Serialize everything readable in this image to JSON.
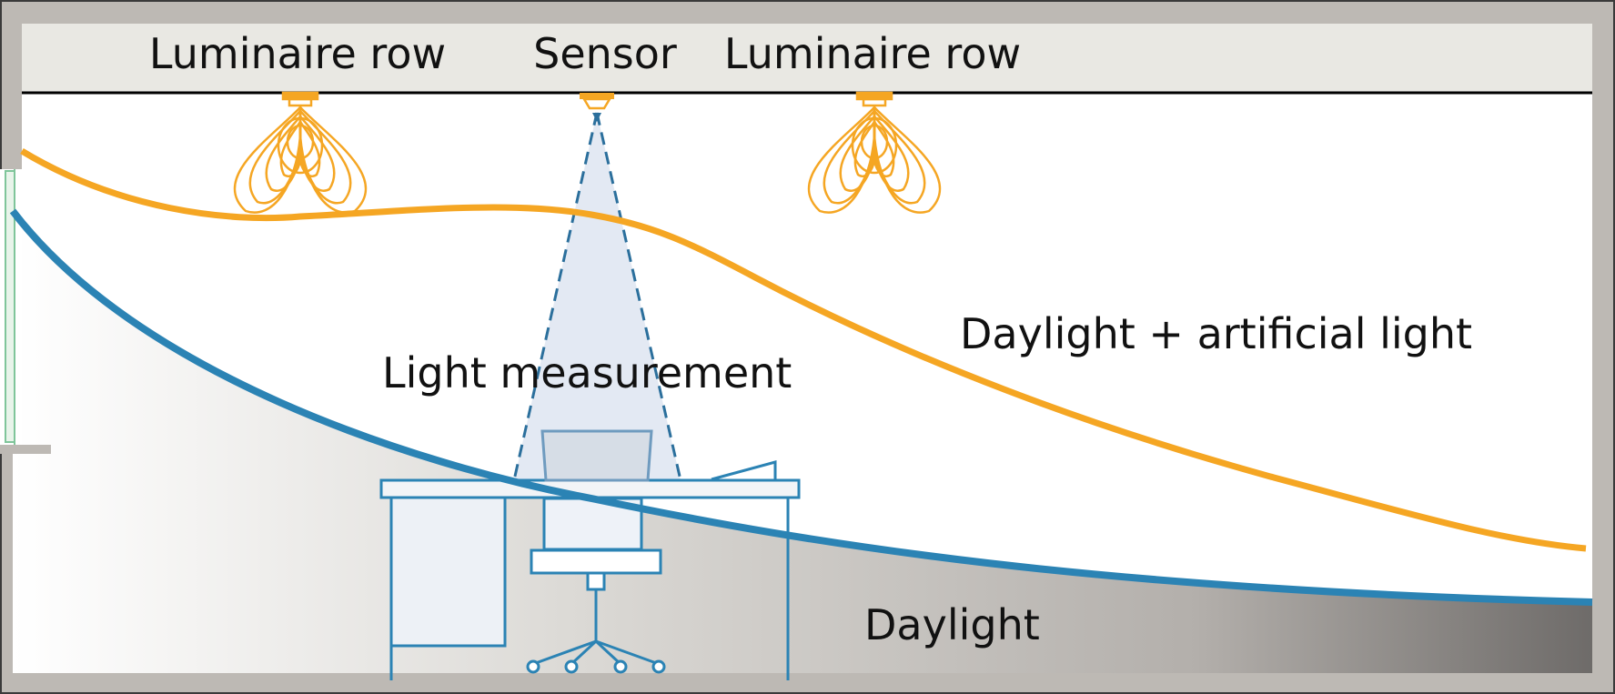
{
  "labels": {
    "luminaire_left": "Luminaire row",
    "sensor": "Sensor",
    "luminaire_right": "Luminaire row",
    "combined_curve": "Daylight + artificial light",
    "measurement": "Light measurement",
    "daylight_curve": "Daylight"
  },
  "colors": {
    "combined_curve": "#f5a623",
    "daylight_curve": "#2b83b4",
    "luminaire": "#f5a623",
    "sensor_cone": "#2b6f9c",
    "furniture": "#2b83b4",
    "wall": "#bdb9b4",
    "ceiling": "#e9e8e3"
  }
}
